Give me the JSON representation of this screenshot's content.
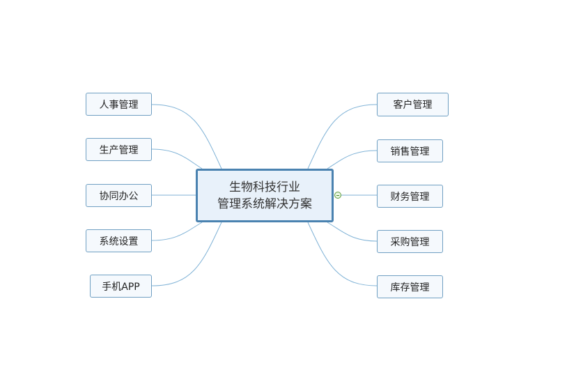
{
  "central_topic": {
    "line1": "生物科技行业",
    "line2": "管理系统解决方案"
  },
  "left_branches": [
    {
      "label": "人事管理"
    },
    {
      "label": "生产管理"
    },
    {
      "label": "协同办公"
    },
    {
      "label": "系统设置"
    },
    {
      "label": "手机APP"
    }
  ],
  "right_branches": [
    {
      "label": "客户管理"
    },
    {
      "label": "销售管理"
    },
    {
      "label": "财务管理"
    },
    {
      "label": "采购管理"
    },
    {
      "label": "库存管理"
    }
  ],
  "colors": {
    "connector": "#7fb2d6",
    "node_border": "#6f9fc2",
    "central_border": "#4a82b0",
    "toggle": "#5a9a3a"
  }
}
